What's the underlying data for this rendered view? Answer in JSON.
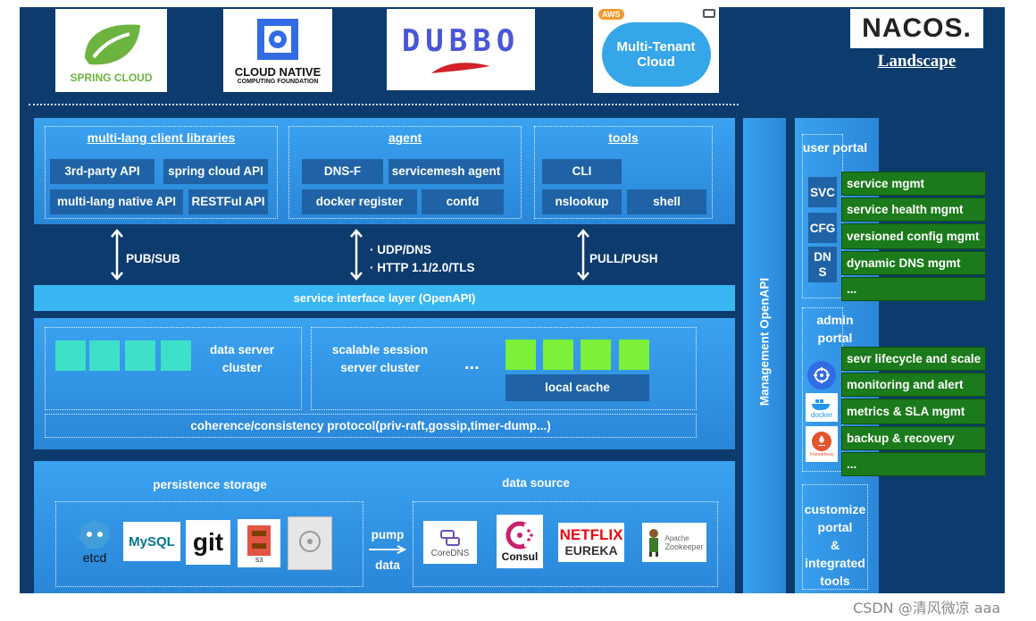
{
  "logos": {
    "spring": "SPRING CLOUD",
    "cncf_line1": "CLOUD NATIVE",
    "cncf_line2": "COMPUTING FOUNDATION",
    "dubbo": "DUBBO",
    "aws_badge": "AWS",
    "multitenant_line1": "Multi-Tenant",
    "multitenant_line2": "Cloud",
    "nacos": "NACOS.",
    "landscape": "Landscape"
  },
  "client": {
    "header": "multi-lang client libraries",
    "items": [
      "3rd-party API",
      "spring cloud API",
      "multi-lang native API",
      "RESTFul API"
    ]
  },
  "agent": {
    "header": "agent",
    "items": [
      "DNS-F",
      "servicemesh agent",
      "docker register",
      "confd"
    ]
  },
  "tools": {
    "header": "tools",
    "items": [
      "CLI",
      "nslookup",
      "shell"
    ]
  },
  "arrows": {
    "pubsub": "PUB/SUB",
    "udp": "UDP/DNS",
    "http": "HTTP 1.1/2.0/TLS",
    "pullpush": "PULL/PUSH"
  },
  "service_interface": "service interface layer (OpenAPI)",
  "server": {
    "data_cluster_line1": "data server",
    "data_cluster_line2": "cluster",
    "session_line1": "scalable session",
    "session_line2": "server cluster",
    "ellipsis": "...",
    "local_cache": "local cache",
    "protocol": "coherence/consistency protocol(priv-raft,gossip,timer-dump...)"
  },
  "storage": {
    "persistence_header": "persistence storage",
    "datasource_header": "data source",
    "pump_line1": "pump",
    "pump_line2": "data",
    "persistence_logos": [
      "etcd",
      "MySQL",
      "git",
      "S3",
      ""
    ],
    "datasource_logos": [
      "CoreDNS",
      "Consul",
      "NETFLIX",
      "EUREKA",
      "Apache",
      "Zookeeper"
    ]
  },
  "management": "Management OpenAPI",
  "user_portal": {
    "label": "user portal",
    "tabs": [
      "SVC",
      "CFG",
      "DNS"
    ],
    "items": [
      "service mgmt",
      "service health mgmt",
      "versioned config mgmt",
      "dynamic DNS mgmt",
      "..."
    ]
  },
  "admin_portal": {
    "label": "admin portal",
    "icon_labels": [
      "docker",
      "Prometheus"
    ],
    "items": [
      "sevr lifecycle and scale",
      "monitoring and alert",
      "metrics & SLA mgmt",
      "backup & recovery",
      "..."
    ]
  },
  "customize": {
    "line1": "customize",
    "line2": "portal",
    "line3": "&",
    "line4": "integrated",
    "line5": "tools"
  },
  "watermark": "CSDN @清风微凉 aaa",
  "colors": {
    "background": "#0d3b6e",
    "panel": "#2a86d8",
    "button": "#1f63a6",
    "green": "#1b7a1b",
    "cyan": "#3ee0c7",
    "lime": "#7cf03a"
  }
}
